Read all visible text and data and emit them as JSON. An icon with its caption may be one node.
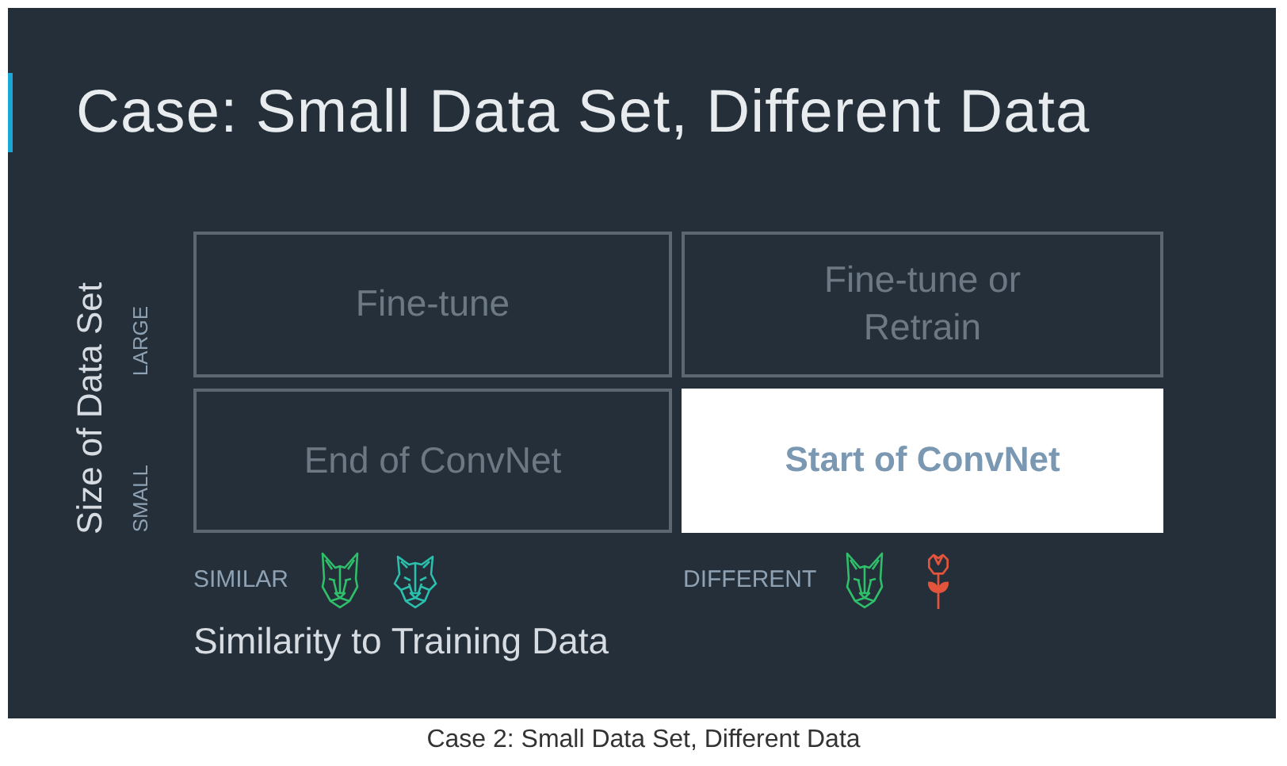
{
  "diagram": {
    "title": "Case: Small Data Set, Different Data",
    "caption": "Case 2: Small Data Set, Different Data",
    "nodes": [
      {
        "text": [
          "Fine-tune"
        ]
      },
      {
        "text": [
          "Fine-tune or Retrain"
        ]
      },
      {
        "text": [
          "End of ConvNet"
        ]
      },
      {
        "text": [
          "Start of ConvNet"
        ]
      }
    ],
    "labels": [
      "Size of Data Set",
      "LARGE",
      "SMALL",
      "SIMILAR",
      "DIFFERENT",
      "Similarity to Training Data"
    ]
  }
}
